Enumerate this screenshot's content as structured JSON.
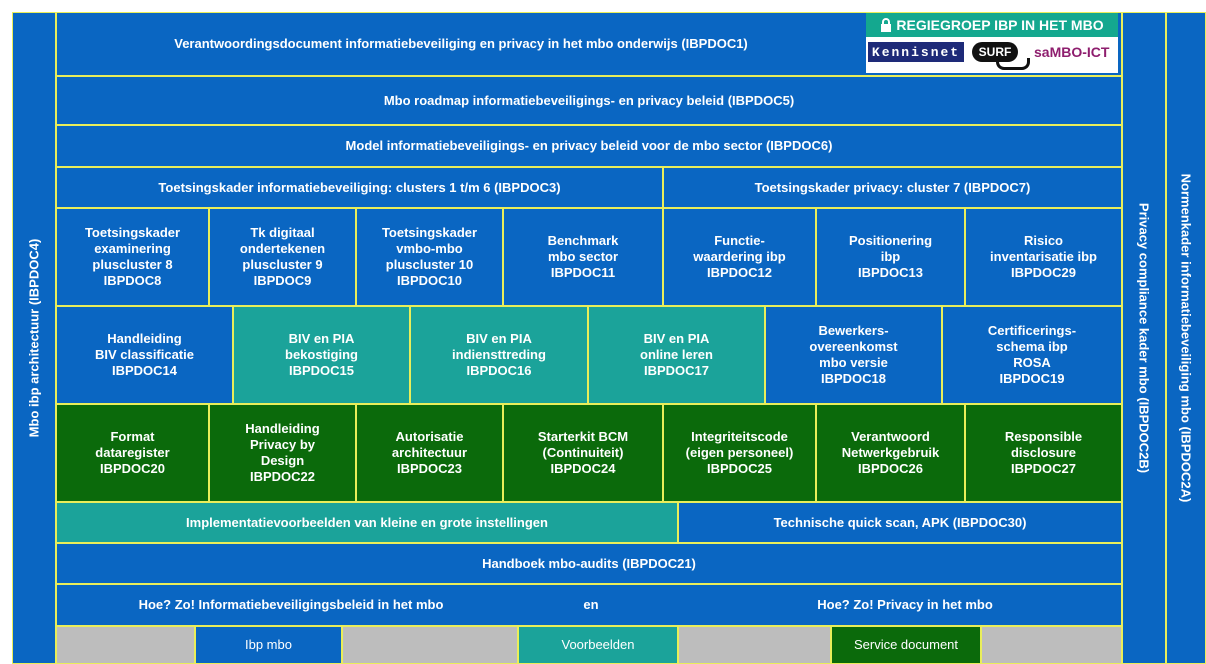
{
  "left_column": "Mbo ibp architectuur (IBPDOC4)",
  "right_column_1": "Privacy compliance kader mbo  (IBPDOC2B)",
  "right_column_2": "Normenkader informatiebeveiliging mbo (IBPDOC2A)",
  "logo": {
    "lock_icon": "lock-icon",
    "title": "REGIEGROEP IBP IN HET MBO",
    "partners": [
      "Kennisnet",
      "SURF",
      "saMBO-ICT"
    ]
  },
  "rows": {
    "r1": "Verantwoordingsdocument informatiebeveiliging en privacy in het mbo onderwijs (IBPDOC1)",
    "r2": "Mbo roadmap informatiebeveiligings- en privacy beleid (IBPDOC5)",
    "r3": "Model informatiebeveiligings- en privacy beleid voor de mbo sector (IBPDOC6)",
    "r4": [
      "Toetsingskader informatiebeveiliging: clusters 1 t/m 6 (IBPDOC3)",
      "Toetsingskader privacy: cluster 7 (IBPDOC7)"
    ],
    "r5": [
      "Toetsingskader\nexaminering\npluscluster 8\nIBPDOC8",
      "Tk digitaal\nondertekenen\npluscluster 9\nIBPDOC9",
      "Toetsingskader\nvmbo-mbo\npluscluster 10\nIBPDOC10",
      "Benchmark\nmbo sector\nIBPDOC11",
      "Functie-\nwaardering ibp\nIBPDOC12",
      "Positionering\nibp\nIBPDOC13",
      "Risico\ninventarisatie ibp\nIBPDOC29"
    ],
    "r6": [
      "Handleiding\nBIV classificatie\nIBPDOC14",
      "BIV en PIA\nbekostiging\nIBPDOC15",
      "BIV en PIA\nindiensttreding\nIBPDOC16",
      "BIV en PIA\nonline leren\nIBPDOC17",
      "Bewerkers-\novereenkomst\nmbo versie\nIBPDOC18",
      "Certificerings-\nschema ibp\nROSA\nIBPDOC19"
    ],
    "r7": [
      "Format\ndataregister\nIBPDOC20",
      "Handleiding\nPrivacy by\nDesign\nIBPDOC22",
      "Autorisatie\narchitectuur\nIBPDOC23",
      "Starterkit BCM\n(Continuiteit)\nIBPDOC24",
      "Integriteitscode\n(eigen personeel)\nIBPDOC25",
      "Verantwoord\nNetwerkgebruik\nIBPDOC26",
      "Responsible\ndisclosure\nIBPDOC27"
    ],
    "r8": [
      "Implementatievoorbeelden van kleine en grote instellingen",
      "Technische quick scan, APK (IBPDOC30)"
    ],
    "r9": "Handboek mbo-audits (IBPDOC21)",
    "r10": [
      "Hoe? Zo! Informatiebeveiligingsbeleid in het mbo",
      "en",
      "Hoe? Zo! Privacy in het mbo"
    ]
  },
  "legend": [
    "Ibp mbo",
    "Voorbeelden",
    "Service document"
  ],
  "colors": {
    "blue": "#0a66c2",
    "teal": "#1ba39a",
    "green": "#0b6a0b",
    "grey": "#bdbdbd",
    "border": "#e9ee5a"
  }
}
